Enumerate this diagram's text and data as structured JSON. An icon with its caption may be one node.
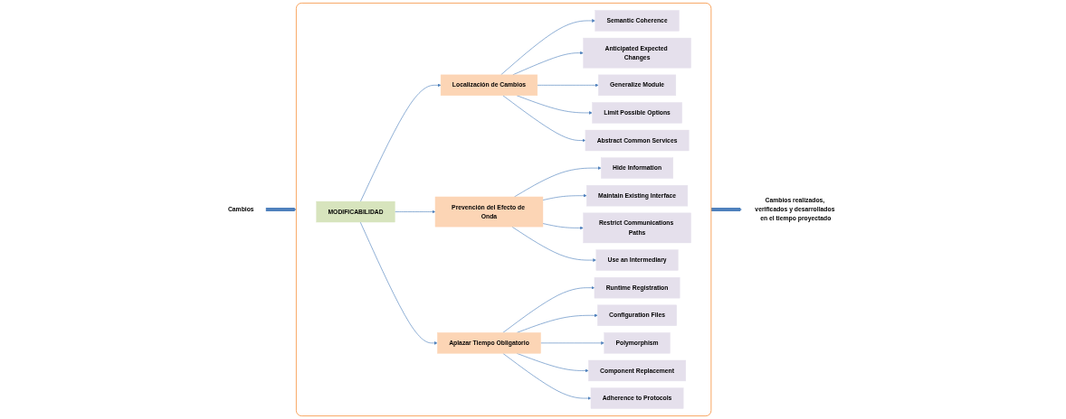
{
  "diagram": {
    "nodes": [
      {
        "text": [],
        "shape": "box"
      },
      {
        "text": [
          "MODIFICABILIDAD"
        ],
        "in": 0
      },
      {
        "text": [
          "Localización de Cambios"
        ],
        "in": 0
      },
      {
        "text": [
          "Prevención del Efecto de Onda"
        ],
        "in": 0
      },
      {
        "text": [
          "Aplazar Tiempo Obligatorio"
        ],
        "in": 0
      },
      {
        "text": [
          "Semantic Coherence"
        ],
        "in": 0
      },
      {
        "text": [
          "Anticipated Expected Changes"
        ],
        "in": 0
      },
      {
        "text": [
          "Generalize Module"
        ],
        "in": 0
      },
      {
        "text": [
          "Limit Possible Options"
        ],
        "in": 0
      },
      {
        "text": [
          "Abstract Common Services"
        ],
        "in": 0
      },
      {
        "text": [
          "Hide Information"
        ],
        "in": 0
      },
      {
        "text": [
          "Maintain Existing Interface"
        ],
        "in": 0
      },
      {
        "text": [
          "Restrict Communications Paths"
        ],
        "in": 0
      },
      {
        "text": [
          "Use an Intermediary"
        ],
        "in": 0
      },
      {
        "text": [
          "Runtime Registration"
        ],
        "in": 0
      },
      {
        "text": [
          "Configuration Files"
        ],
        "in": 0
      },
      {
        "text": [
          "Polymorphism"
        ],
        "in": 0
      },
      {
        "text": [
          "Component Replacement"
        ],
        "in": 0
      },
      {
        "text": [
          "Adherence to Protocols"
        ],
        "in": 0
      },
      {
        "text": [
          "Cambios"
        ]
      },
      {
        "text": [
          "Cambios realizados, verificados y desarrollados en el tiempo proyectado"
        ]
      }
    ],
    "edges": [
      {
        "from": 1,
        "to": 2,
        "arrow": "to"
      },
      {
        "from": 1,
        "to": 3,
        "arrow": "to"
      },
      {
        "from": 1,
        "to": 4,
        "arrow": "to"
      },
      {
        "from": 2,
        "to": 5,
        "arrow": "to"
      },
      {
        "from": 2,
        "to": 6,
        "arrow": "to"
      },
      {
        "from": 2,
        "to": 7,
        "arrow": "to"
      },
      {
        "from": 2,
        "to": 8,
        "arrow": "to"
      },
      {
        "from": 2,
        "to": 9,
        "arrow": "to"
      },
      {
        "from": 3,
        "to": 10,
        "arrow": "to"
      },
      {
        "from": 3,
        "to": 11,
        "arrow": "to"
      },
      {
        "from": 3,
        "to": 12,
        "arrow": "to"
      },
      {
        "from": 3,
        "to": 13,
        "arrow": "to"
      },
      {
        "from": 4,
        "to": 14,
        "arrow": "to"
      },
      {
        "from": 4,
        "to": 15,
        "arrow": "to"
      },
      {
        "from": 4,
        "to": 16,
        "arrow": "to"
      },
      {
        "from": 4,
        "to": 17,
        "arrow": "to"
      },
      {
        "from": 4,
        "to": 18,
        "arrow": "to"
      },
      {
        "from": 19,
        "to": 0,
        "arrow": "to",
        "style": "thick"
      },
      {
        "from": 0,
        "to": 20,
        "arrow": "to",
        "style": "thick"
      }
    ]
  }
}
